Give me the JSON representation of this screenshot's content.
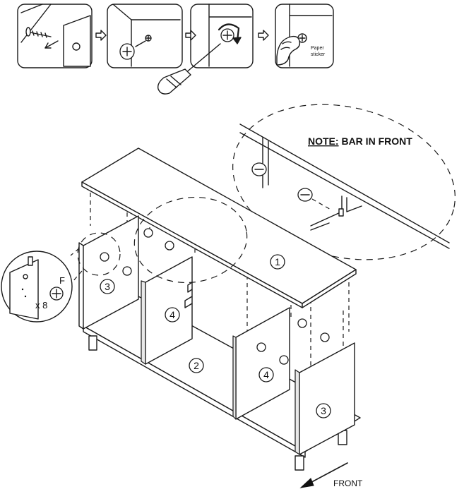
{
  "steps": {
    "sticker_label_line1": "Paper",
    "sticker_label_line2": "sticker"
  },
  "note": {
    "prefix": "NOTE:",
    "text": " BAR IN FRONT"
  },
  "detail": {
    "part_letter": "F",
    "quantity": "x 8"
  },
  "parts": {
    "top_panel": "1",
    "bottom_panel": "2",
    "side_panel_left": "3",
    "side_panel_right": "3",
    "divider_left": "4",
    "divider_right": "4"
  },
  "direction": {
    "front_label": "FRONT"
  }
}
